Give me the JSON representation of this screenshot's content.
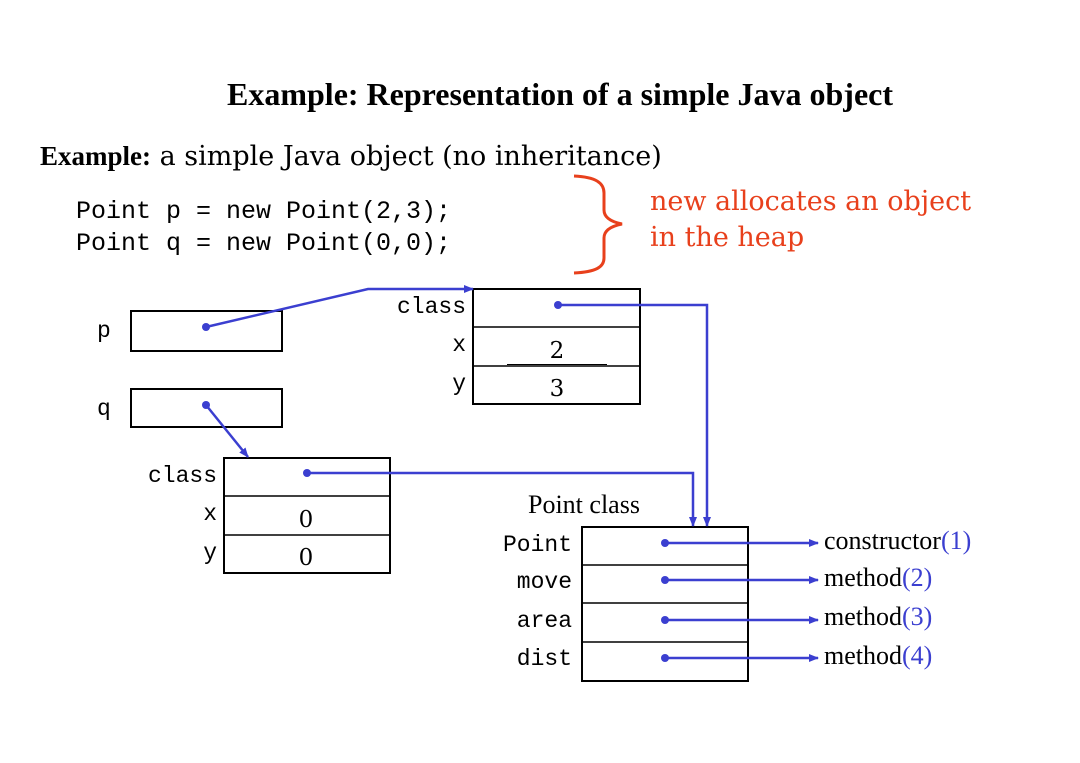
{
  "title": "Example: Representation of a simple Java object",
  "subtitle": {
    "lead": "Example:",
    "rest": " a simple Java object (no inheritance)"
  },
  "code_lines": [
    "Point p = new Point(2,3);",
    "Point q = new Point(0,0);"
  ],
  "annotation": {
    "line1": "new allocates an object",
    "line2": "in the heap"
  },
  "variables": {
    "p": "p",
    "q": "q"
  },
  "object_p": {
    "field_labels": [
      "class",
      "x",
      "y"
    ],
    "x_value": "2",
    "y_value": "3"
  },
  "object_q": {
    "field_labels": [
      "class",
      "x",
      "y"
    ],
    "x_value": "0",
    "y_value": "0"
  },
  "point_class": {
    "title": "Point class",
    "rows": [
      "Point",
      "move",
      "area",
      "dist"
    ],
    "targets": [
      {
        "label": "constructor",
        "num": "(1)"
      },
      {
        "label": "method",
        "num": "(2)"
      },
      {
        "label": "method",
        "num": "(3)"
      },
      {
        "label": "method",
        "num": "(4)"
      }
    ]
  },
  "colors": {
    "arrow": "#3b3fd0",
    "annotation": "#e8401c"
  }
}
